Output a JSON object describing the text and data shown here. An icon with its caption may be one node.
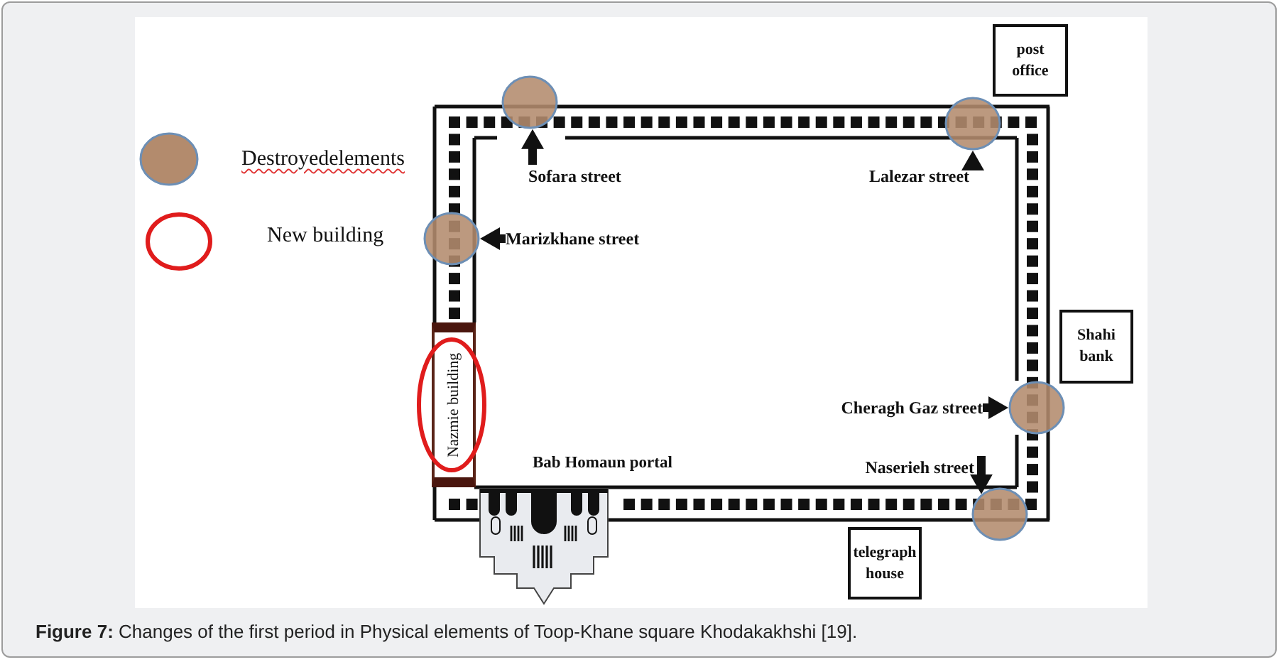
{
  "diagram": {
    "caption": "**Figure 7:** Changes of the first period in Physical elements of Toop-Khane square Khodakakhshi [19].",
    "nodes": [
      {
        "text": [
          "post office"
        ]
      },
      {
        "text": [],
        "shape": "circle"
      },
      {
        "text": [],
        "shape": "circle"
      },
      {
        "text": [
          "Sofara street"
        ]
      },
      {
        "text": [
          "Lalezar street"
        ]
      },
      {
        "text": [],
        "shape": "circle"
      },
      {
        "text": [
          "Marizkhane street"
        ]
      },
      {
        "text": [
          "Shahi bank"
        ]
      },
      {
        "text": [
          "Nazmie building"
        ]
      },
      {
        "text": [
          "Cheragh Gaz street"
        ]
      },
      {
        "text": [],
        "shape": "circle"
      },
      {
        "text": [
          "Naserieh street"
        ]
      },
      {
        "text": [],
        "shape": "circle"
      },
      {
        "text": [
          "telegraph house"
        ]
      }
    ],
    "edges": [
      {
        "from": 3,
        "to": 1,
        "arrow": "to"
      },
      {
        "from": 4,
        "to": 2,
        "arrow": "to"
      },
      {
        "from": 6,
        "to": 5,
        "arrow": "to"
      },
      {
        "from": 9,
        "to": 10,
        "arrow": "to"
      },
      {
        "from": 11,
        "to": 12,
        "arrow": "to"
      }
    ],
    "labels": [
      "Bab Homaun portal"
    ],
    "legend": [
      {
        "text": "Destroyedelements",
        "color": "#b38b6d"
      },
      {
        "text": "New building"
      }
    ]
  }
}
